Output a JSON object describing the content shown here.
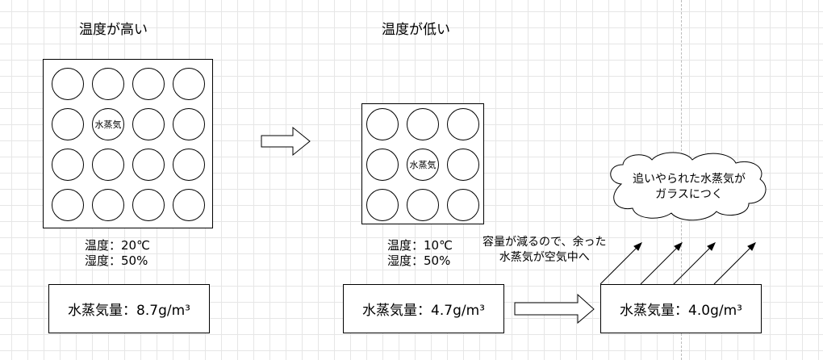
{
  "left_panel": {
    "heading": "温度が高い",
    "center_label": "水蒸気",
    "temperature_line": "温度：20℃",
    "humidity_line": "湿度：50%",
    "volume_label": "水蒸気量：8.7g/m³"
  },
  "middle_panel": {
    "heading": "温度が低い",
    "center_label": "水蒸気",
    "temperature_line": "温度：10℃",
    "humidity_line": "湿度：50%",
    "volume_label": "水蒸気量：4.7g/m³"
  },
  "right_panel": {
    "note_line1": "容量が減るので、余った",
    "note_line2": "水蒸気が空気中へ",
    "volume_label": "水蒸気量：4.0g/m³"
  },
  "cloud": {
    "line1": "追いやられた水蒸気が",
    "line2": "ガラスにつく"
  }
}
